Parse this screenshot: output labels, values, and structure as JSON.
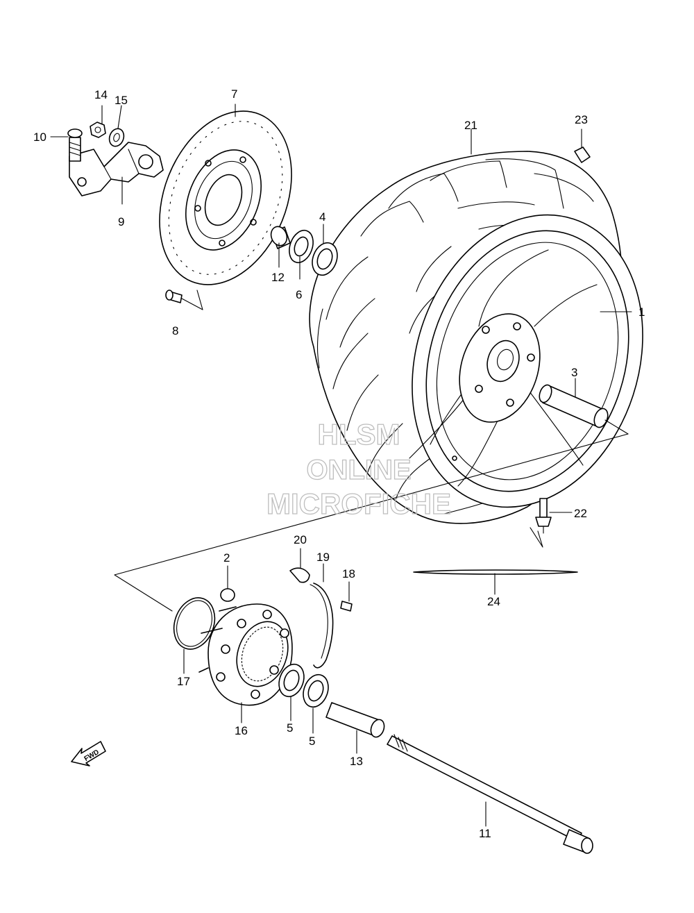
{
  "callouts": {
    "c1": "1",
    "c2": "2",
    "c3": "3",
    "c4": "4",
    "c5a": "5",
    "c5b": "5",
    "c6": "6",
    "c7": "7",
    "c8": "8",
    "c9": "9",
    "c10": "10",
    "c11": "11",
    "c12": "12",
    "c13": "13",
    "c14": "14",
    "c15": "15",
    "c16": "16",
    "c17": "17",
    "c18": "18",
    "c19": "19",
    "c20": "20",
    "c21": "21",
    "c22": "22",
    "c23": "23",
    "c24": "24"
  },
  "watermark": {
    "line1": "HLSM",
    "line2": "ONLINE",
    "line3": "MICROFICHE"
  },
  "fwd_label": "FWD"
}
